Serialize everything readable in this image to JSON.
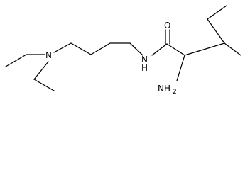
{
  "molecule": {
    "atoms": {
      "amine_n": "N",
      "amide_nh": "H",
      "amide_n": "N",
      "carbonyl_o": "O",
      "amino": "NH",
      "amino_sub": "2"
    }
  }
}
